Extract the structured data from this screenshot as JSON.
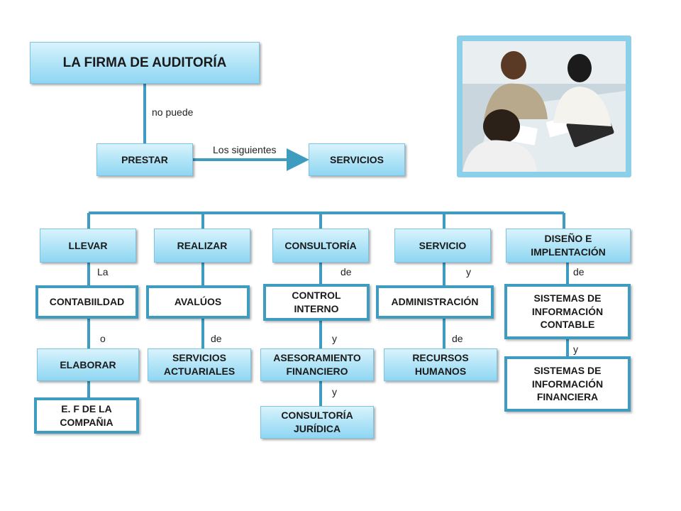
{
  "root": {
    "title": "LA FIRMA DE AUDITORÍA"
  },
  "edges": {
    "no_puede": "no puede",
    "los_siguientes": "Los siguientes",
    "la": "La",
    "o": "o",
    "de_realizar": "de",
    "de_consultoria": "de",
    "y_consultoria_1": "y",
    "y_consultoria_2": "y",
    "y_servicio": "y",
    "de_servicio": "de",
    "de_diseno": "de",
    "y_diseno": "y"
  },
  "nodes": {
    "prestar": "PRESTAR",
    "servicios": "SERVICIOS",
    "llevar": "LLEVAR",
    "realizar": "REALIZAR",
    "consultoria": "CONSULTORÍA",
    "servicio": "SERVICIO",
    "diseno": "DISEÑO E IMPLENTACIÓN",
    "contabilidad": "CONTABIILDAD",
    "avaluos": "AVALÚOS",
    "control": "CONTROL INTERNO",
    "administracion": "ADMINISTRACIÓN",
    "sic": "SISTEMAS DE INFORMACIÓN CONTABLE",
    "elaborar": "ELABORAR",
    "actuariales": "SERVICIOS ACTUARIALES",
    "asesoramiento": "ASESORAMIENTO FINANCIERO",
    "recursos": "RECURSOS HUMANOS",
    "sif": "SISTEMAS DE INFORMACIÓN FINANCIERA",
    "ef": "E. F DE LA COMPAÑIA",
    "juridica": "CONSULTORÍA JURÍDICA"
  },
  "colors": {
    "connector": "#3d9cbf",
    "box_fill": "#b6e6f8",
    "border": "#3d9cbf"
  },
  "image": {
    "subject": "business-meeting-photo"
  }
}
